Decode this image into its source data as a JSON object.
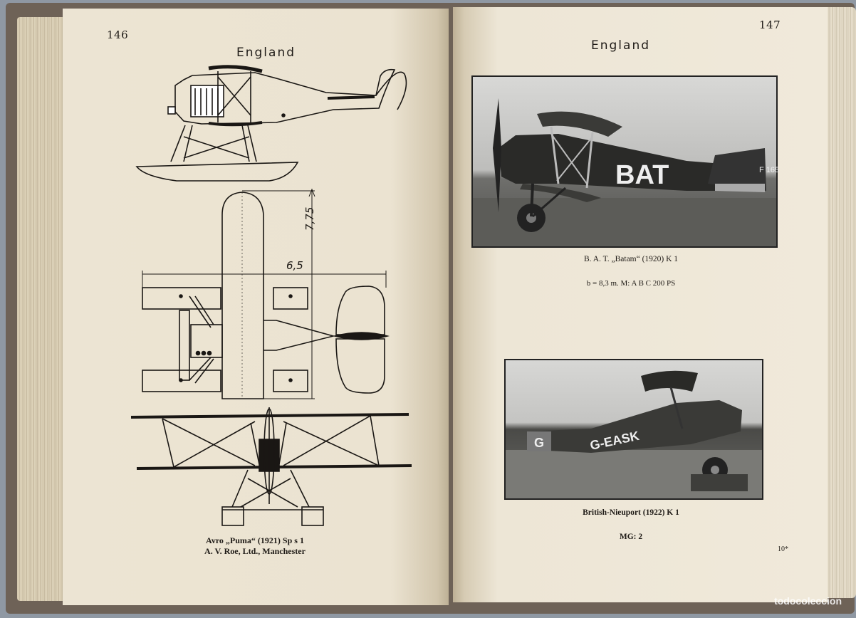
{
  "left_page": {
    "page_number": "146",
    "running_head": "England",
    "dimension_length": "7,75",
    "dimension_span": "6,5",
    "caption_line1": "Avro „Puma“ (1921)  Sp s 1",
    "caption_line2": "A. V. Roe, Ltd., Manchester"
  },
  "right_page": {
    "page_number": "147",
    "running_head": "England",
    "photo1": {
      "fuselage_lettering": "BAT",
      "tail_lettering": "F 165"
    },
    "caption1": "B. A. T. „Batam“ (1920) K 1",
    "specs1": "b = 8,3 m.  M: A B C 200 PS",
    "photo2": {
      "fuselage_lettering": "G-EASK",
      "tail_lettering": "G"
    },
    "caption2": "British-Nieuport (1922) K 1",
    "specs2": "MG: 2",
    "signature": "10*"
  },
  "watermark": "todocoleccion"
}
